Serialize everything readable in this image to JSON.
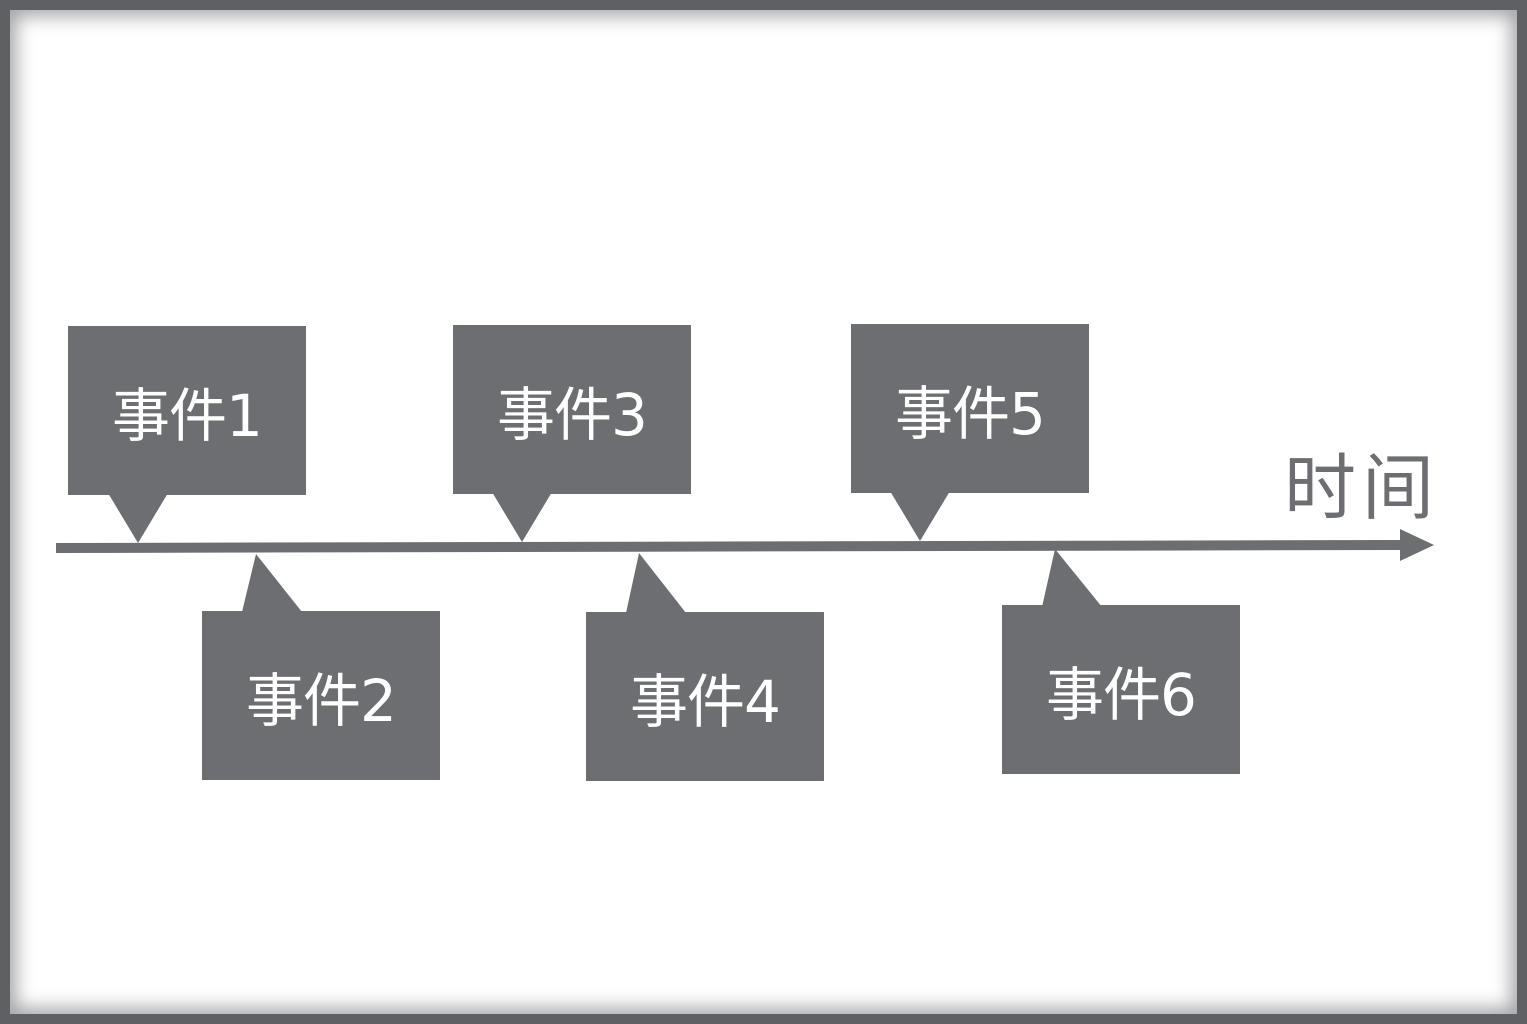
{
  "diagram": {
    "type": "timeline",
    "axis_label": "时间",
    "events": [
      {
        "label": "事件1",
        "side": "above"
      },
      {
        "label": "事件2",
        "side": "below"
      },
      {
        "label": "事件3",
        "side": "above"
      },
      {
        "label": "事件4",
        "side": "below"
      },
      {
        "label": "事件5",
        "side": "above"
      },
      {
        "label": "事件6",
        "side": "below"
      }
    ]
  },
  "colors": {
    "shape_fill": "#6d6e71",
    "text": "#ffffff",
    "frame": "#5f6064",
    "background": "#ffffff"
  }
}
